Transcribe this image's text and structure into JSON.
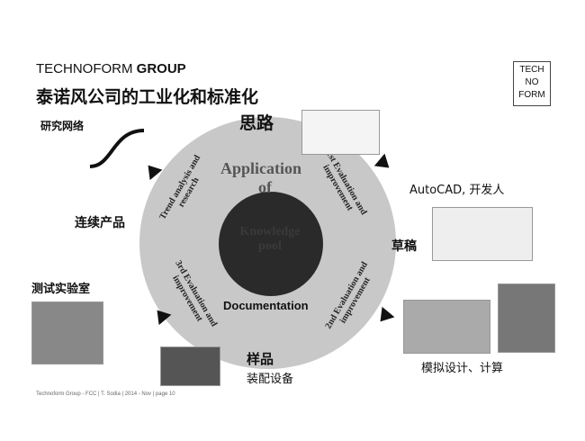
{
  "header": {
    "company": "TECHNOFORM",
    "group": "GROUP",
    "title": "泰诺风公司的工业化和标准化"
  },
  "logo": {
    "lines": [
      "TECH",
      "NO",
      "FORM"
    ]
  },
  "diagram": {
    "center_top": "Application",
    "center_of": "of",
    "center_pool": "Knowledge pool",
    "documentation": "Documentation",
    "segments": [
      "Trend analysis and research",
      "1st Evaluation and improvement",
      "2nd Evaluation and improvement",
      "3rd Evaluation and improvement"
    ]
  },
  "labels": {
    "research": "研究网络",
    "idea": "思路",
    "autocad": "AutoCAD, 开发人",
    "draft": "草稿",
    "simulation": "模拟设计、计算",
    "sample": "样品",
    "assembly": "装配设备",
    "lab": "测试实验室",
    "series": "连续产品"
  },
  "footer": "Technoform Group - FCC | T. Sodia | 2014 - Nov | page 10"
}
